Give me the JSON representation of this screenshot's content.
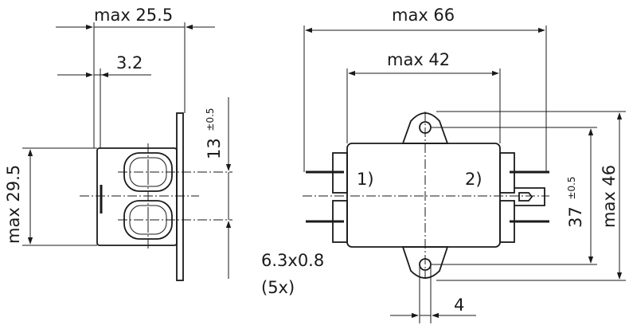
{
  "side_view": {
    "width_label": "max 25.5",
    "offset_label": "3.2",
    "height_label": "max 29.5",
    "spacing_label": "13",
    "spacing_tolerance": "±0.5"
  },
  "front_view": {
    "width_label": "max 66",
    "body_label": "max 42",
    "terminal_1_label": "1)",
    "terminal_2_label": "2)",
    "height_label": "max  46",
    "hole_spacing_label": "37",
    "hole_spacing_tolerance": "±0.5",
    "tab_size_label": "6.3x0.8",
    "tab_count_label": "(5x)",
    "hole_label": "4"
  },
  "colors": {
    "line": "#1a1a1a",
    "background": "#ffffff"
  }
}
